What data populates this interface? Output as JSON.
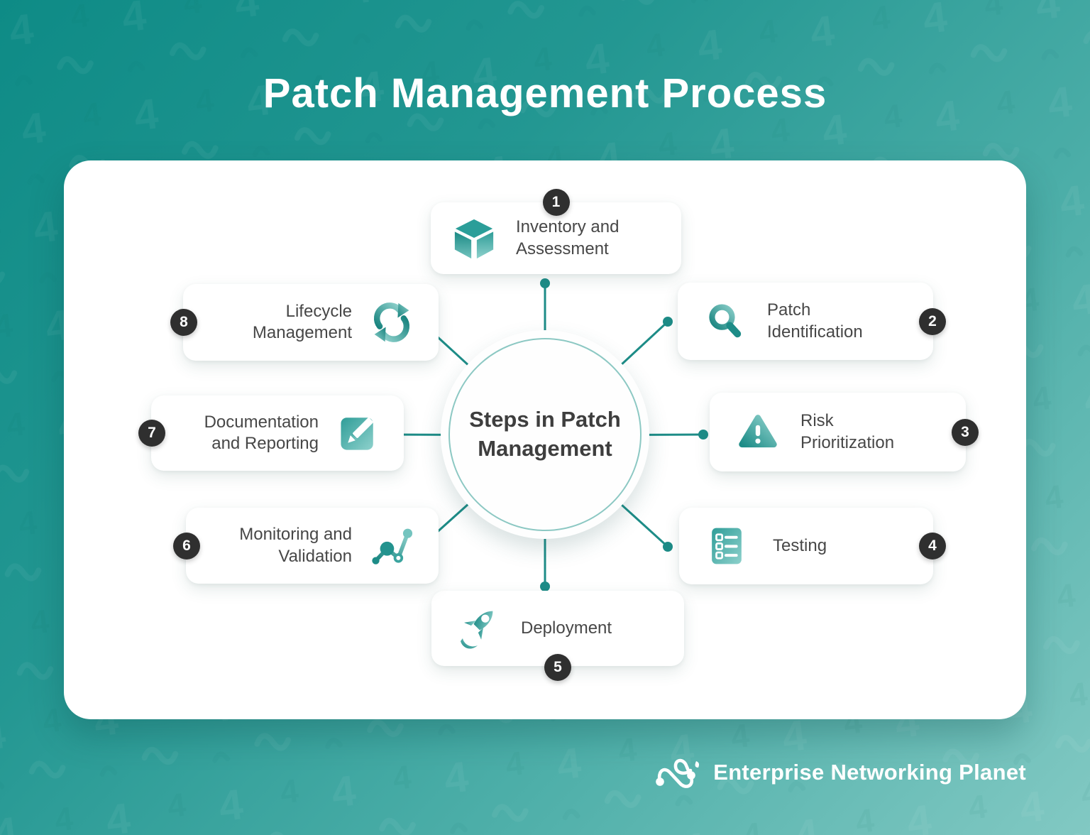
{
  "title": "Patch Management Process",
  "center": {
    "label": "Steps in Patch Management"
  },
  "steps": [
    {
      "number": "1",
      "label": "Inventory and Assessment",
      "icon": "cube-icon"
    },
    {
      "number": "2",
      "label": "Patch Identification",
      "icon": "magnifier-icon"
    },
    {
      "number": "3",
      "label": "Risk Prioritization",
      "icon": "warning-triangle-icon"
    },
    {
      "number": "4",
      "label": "Testing",
      "icon": "checklist-icon"
    },
    {
      "number": "5",
      "label": "Deployment",
      "icon": "rocket-icon"
    },
    {
      "number": "6",
      "label": "Monitoring and Validation",
      "icon": "line-chart-icon"
    },
    {
      "number": "7",
      "label": "Documentation and Reporting",
      "icon": "note-pencil-icon"
    },
    {
      "number": "8",
      "label": "Lifecycle Management",
      "icon": "cycle-arrows-icon"
    }
  ],
  "footer": {
    "brand": "Enterprise Networking Planet",
    "logo": "network-nodes-icon"
  },
  "colors": {
    "accent_teal": "#1d8c87",
    "accent_teal_light": "#82c9c3",
    "badge_dark": "#2f2f2f",
    "bg_gradient_start": "#0e8b86",
    "bg_gradient_end": "#82c9c3",
    "card_white": "#ffffff",
    "text_dark": "#474747"
  }
}
